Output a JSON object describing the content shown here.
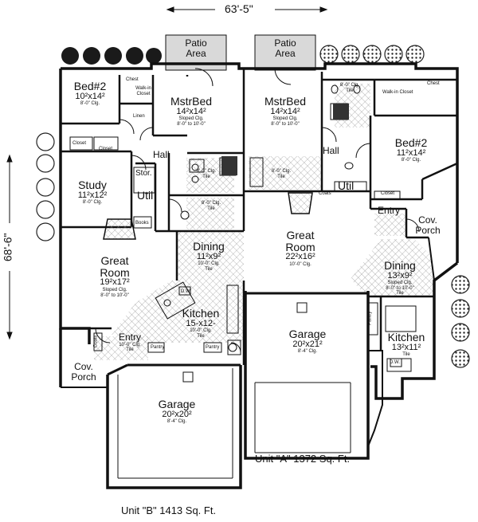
{
  "overall": {
    "width": "63'-5\"",
    "depth": "68'-6\""
  },
  "units": {
    "a": "Unit \"A\" 1372 Sq. Ft.",
    "b": "Unit \"B\" 1413 Sq. Ft."
  },
  "patios": {
    "left": [
      "Patio",
      "Area"
    ],
    "right": [
      "Patio",
      "Area"
    ]
  },
  "unit_b": {
    "bed2": {
      "name": "Bed#2",
      "dims": "10²x14²",
      "clg": "8'-0\" Clg."
    },
    "mstr": {
      "name": "MstrBed",
      "dims": "14²x14²",
      "clg1": "Sloped Clg.",
      "clg2": "8'-0\" to 10'-0\""
    },
    "study": {
      "name": "Study",
      "dims": "11²x12²",
      "clg": "8'-0\" Clg."
    },
    "great": {
      "name1": "Great",
      "name2": "Room",
      "dims": "19²x17²",
      "clg1": "Sloped Clg.",
      "clg2": "8'-0\" to 10'-0\""
    },
    "dining": {
      "name": "Dining",
      "dims": "11²x9²",
      "clg1": "10'-0\" Clg.",
      "clg2": "Tile"
    },
    "kitchen": {
      "name": "Kitchen",
      "dims": "15-x12-",
      "clg1": "10'-0\" Clg.",
      "clg2": "Tile"
    },
    "entry": {
      "name": "Entry",
      "clg1": "10'-0\" Clg.",
      "clg2": "Tile"
    },
    "covporch": {
      "name1": "Cov.",
      "name2": "Porch"
    },
    "garage": {
      "name": "Garage",
      "dims": "20²x20²",
      "clg": "8'-4\" Clg."
    },
    "small": {
      "chest": "Chest",
      "walkin": "Walk-in",
      "closet": "Closet",
      "linen": "Linen",
      "hall": "Hall",
      "stor": "Stor.",
      "util": "Util",
      "books": "Books",
      "dw": "D.W.",
      "pantry": "Pantry",
      "coats": "Coats",
      "bathclg": "8'-0\" Clg.",
      "tile": "Tile"
    }
  },
  "unit_a": {
    "mstr": {
      "name": "MstrBed",
      "dims": "14²x14²",
      "clg1": "Sloped Clg.",
      "clg2": "8'-0\" to 10'-0\""
    },
    "bed2": {
      "name": "Bed#2",
      "dims": "11²x14²",
      "clg": "8'-0\" Clg."
    },
    "great": {
      "name1": "Great",
      "name2": "Room",
      "dims": "22²x16²",
      "clg": "10'-0\" Clg."
    },
    "dining": {
      "name": "Dining",
      "dims": "13²x9²",
      "clg1": "Sloped Clg.",
      "clg2": "8'-0\" to 10'-0\"",
      "clg3": "Tile"
    },
    "kitchen": {
      "name": "Kitchen",
      "dims": "13²x11²",
      "clg": "Tile"
    },
    "entry": {
      "name": "Entry"
    },
    "covporch": {
      "name1": "Cov.",
      "name2": "Porch"
    },
    "garage": {
      "name": "Garage",
      "dims": "20²x21²",
      "clg": "8'-4\" Clg."
    },
    "small": {
      "chest": "Chest",
      "walkin": "Walk-in Closet",
      "hall": "Hall",
      "util": "Util",
      "coats": "Coats",
      "closet": "Closet",
      "dw": "D.W.",
      "pantry": "Pantry",
      "bathclg": "8'-0\" Clg.",
      "tile": "Tile"
    }
  }
}
